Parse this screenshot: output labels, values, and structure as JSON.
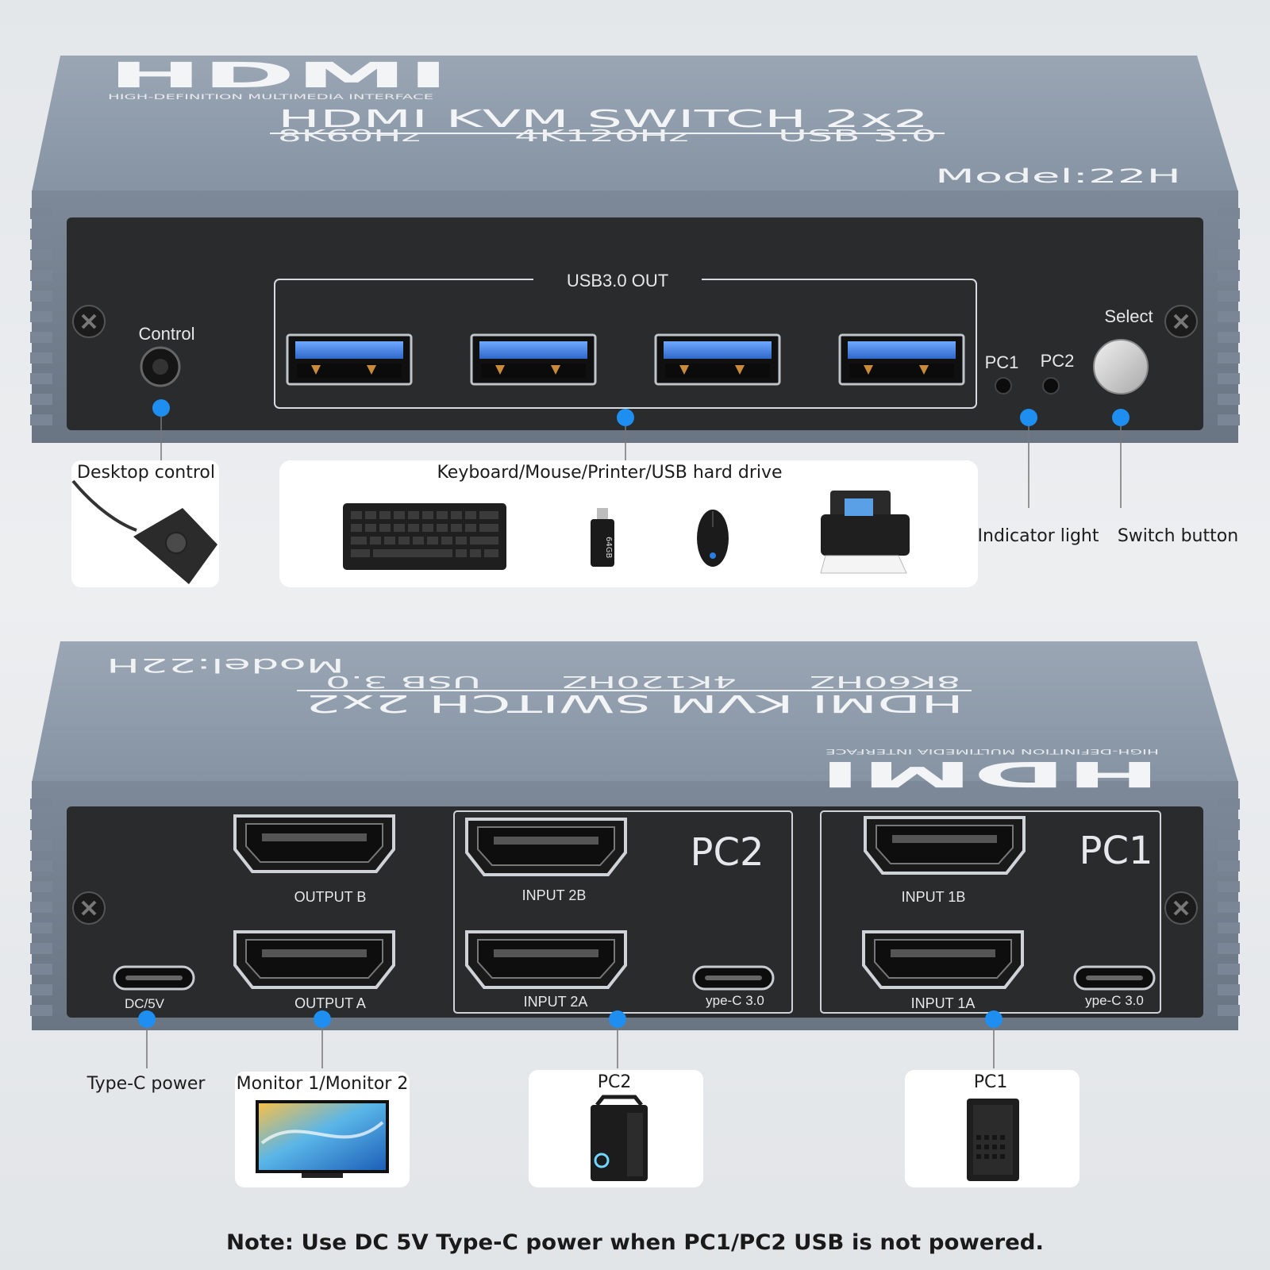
{
  "colors": {
    "chassis": "#8e9aa8",
    "chassis_dark": "#6b7684",
    "panel": "#2a2b2d",
    "usb_blue": "#3f7fe0",
    "callout_dot": "#1e8ff0",
    "card_bg": "#ffffff"
  },
  "front": {
    "logo": "HDMI",
    "logo_tagline": "HIGH-DEFINITION MULTIMEDIA INTERFACE",
    "title": "HDMI KVM SWITCH 2x2",
    "spec_1": "8K60Hz",
    "spec_2": "4K120Hz",
    "spec_3": "USB 3.0",
    "model": "Model:22H",
    "control_label": "Control",
    "usb_group_label": "USB3.0 OUT",
    "pc1_led_label": "PC1",
    "pc2_led_label": "PC2",
    "select_label": "Select"
  },
  "front_callouts": {
    "desktop_control": "Desktop control",
    "peripherals": "Keyboard/Mouse/Printer/USB hard drive",
    "usb_stick_capacity": "64GB",
    "indicator_light": "Indicator light",
    "switch_button": "Switch button"
  },
  "rear": {
    "model": "Model:22H",
    "title": "HDMI KVM SWITCH 2x2",
    "spec_1": "8K60HZ",
    "spec_2": "4K120HZ",
    "spec_3": "USB 3.0",
    "logo": "HDMI",
    "logo_tagline": "HIGH-DEFINITION MULTIMEDIA INTERFACE",
    "output_b": "OUTPUT B",
    "output_a": "OUTPUT A",
    "dc_label": "DC/5V",
    "pc2_group": "PC2",
    "input_2b": "INPUT 2B",
    "input_2a": "INPUT 2A",
    "pc2_typec": "ype-C 3.0",
    "pc1_group": "PC1",
    "input_1b": "INPUT 1B",
    "input_1a": "INPUT 1A",
    "pc1_typec": "ype-C 3.0"
  },
  "rear_callouts": {
    "typec_power": "Type-C power",
    "monitors": "Monitor 1/Monitor 2",
    "pc2": "PC2",
    "pc1": "PC1"
  },
  "note": "Note:  Use DC 5V Type-C power when PC1/PC2 USB is not powered."
}
